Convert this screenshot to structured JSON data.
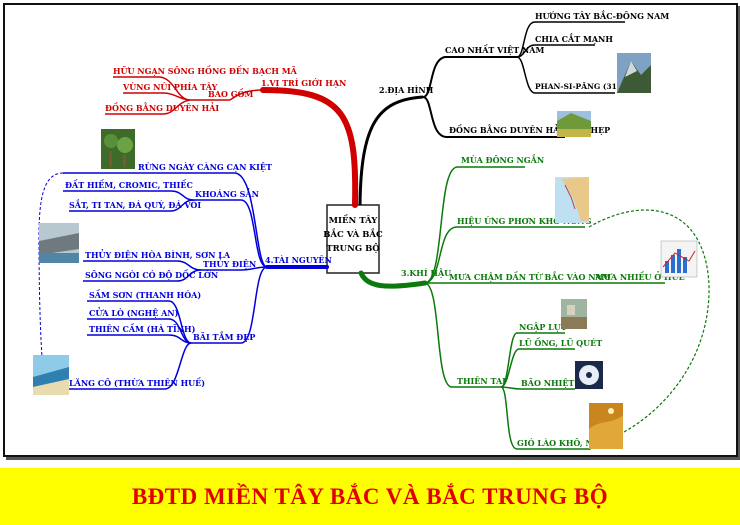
{
  "title": "BĐTD MIỀN TÂY BẮC VÀ BẮC TRUNG BỘ",
  "center": {
    "lines": [
      "MIỀN TÂY",
      "BẮC VÀ BẮC",
      "TRUNG BỘ"
    ]
  },
  "branches": {
    "vitri": {
      "label": "1.VỊ TRÍ GIỚI HẠN",
      "sub": "BAO GỒM",
      "items": [
        "HỮU NGẠN SÔNG HỒNG ĐẾN BẠCH MÃ",
        "VÙNG NÚI PHÍA TÂY",
        "ĐỒNG BẰNG DUYÊN HẢI"
      ]
    },
    "diahinh": {
      "label": "2.ĐỊA HÌNH",
      "sub": "CAO NHẤT VIỆT NAM",
      "items": [
        "HƯỚNG TÂY BẮC-ĐÔNG NAM",
        "CHIA CẮT MẠNH",
        "PHAN-SI-PĂNG (3143 M)"
      ],
      "plain": "ĐỒNG BẰNG DUYÊN HẢI NHỎ HẸP"
    },
    "khihau": {
      "label": "3.KHÍ HẬU",
      "items": [
        "MÙA ĐÔNG NGẮN",
        "HIỆU ỨNG PHƠN KHÔ NÓNG",
        "MƯA CHẬM DẦN TỪ BẮC VÀO NAM"
      ],
      "rain_hue": "MƯA NHIỀU Ở HUẾ",
      "thientai": "THIÊN TAI",
      "disasters": [
        "NGẬP LỤT",
        "LŨ ỐNG, LŨ QUÉT",
        "BÃO NHIỆT ĐỚI",
        "GIÓ LÀO KHÔ, NÓNG"
      ]
    },
    "tainguyen": {
      "label": "4.TÀI NGUYÊN",
      "forest": "RỪNG NGÀY CÀNG CẠN KIỆT",
      "khoangsan": "KHOÁNG SẢN",
      "minerals": [
        "ĐẤT HIẾM, CROMIC, THIẾC",
        "SẮT, TI TAN, ĐÁ QUÝ, ĐÁ VÔI"
      ],
      "thuydien": "THỦY ĐIỆN",
      "hydro": [
        "THỦY ĐIỆN HÒA BÌNH, SƠN LA",
        "SÔNG NGÒI CÓ ĐỘ DỐC LỚN"
      ],
      "baitam": "BÃI TẮM ĐẸP",
      "beaches": [
        "SẦM SƠN (THANH HÓA)",
        "CỬA LÒ (NGHỆ AN)",
        "THIÊN CẦM (HÀ TĨNH)",
        "LĂNG CÔ (THỪA THIÊN HUẾ)"
      ]
    }
  },
  "colors": {
    "vitri": "#d10000",
    "diahinh": "#000000",
    "khihau": "#0a7a0a",
    "tainguyen": "#0000dd",
    "banner": "#ffff00",
    "title": "#e00000"
  },
  "icons": [
    "forest-photo-icon",
    "dam-photo-icon",
    "mountain-photo-icon",
    "field-photo-icon",
    "map-photo-icon",
    "flood-photo-icon",
    "storm-photo-icon",
    "desert-photo-icon",
    "beach-photo-icon"
  ]
}
